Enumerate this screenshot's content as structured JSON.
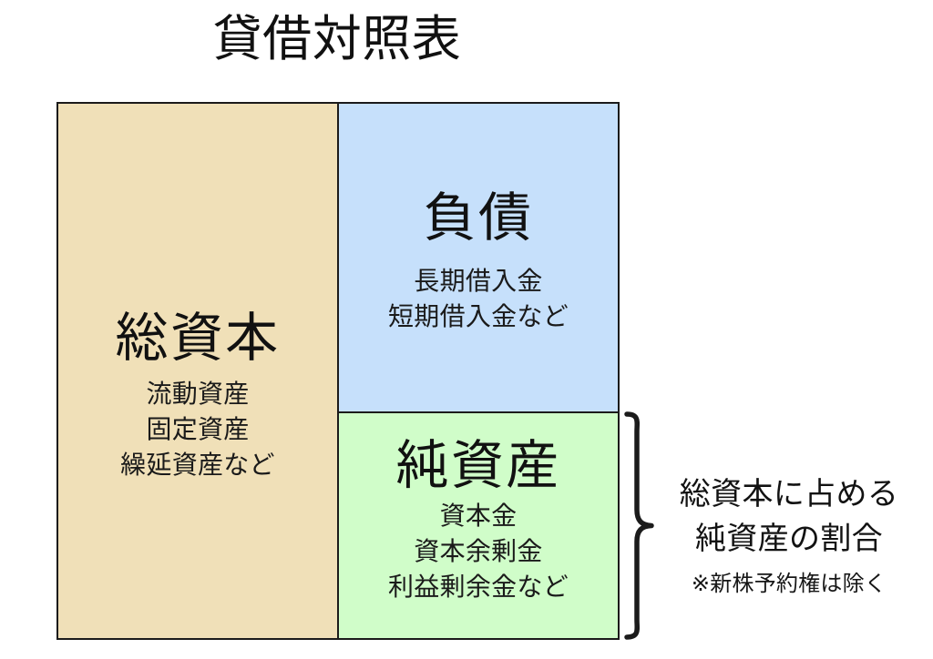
{
  "title": "貸借対照表",
  "colors": {
    "assets_fill": "#f0e0b8",
    "liabilities_fill": "#c6e0fb",
    "equity_fill": "#d0fdc9",
    "border": "#1b1b1b",
    "text": "#111111",
    "background": "#ffffff"
  },
  "sections": {
    "assets": {
      "heading": "総資本",
      "items": [
        "流動資産",
        "固定資産",
        "繰延資産など"
      ]
    },
    "liabilities": {
      "heading": "負債",
      "items": [
        "長期借入金",
        "短期借入金など"
      ]
    },
    "equity": {
      "heading": "純資産",
      "items": [
        "資本金",
        "資本余剰金",
        "利益剰余金など"
      ]
    }
  },
  "annotation": {
    "line1": "総資本に占める",
    "line2": "純資産の割合",
    "note": "※新株予約権は除く"
  }
}
